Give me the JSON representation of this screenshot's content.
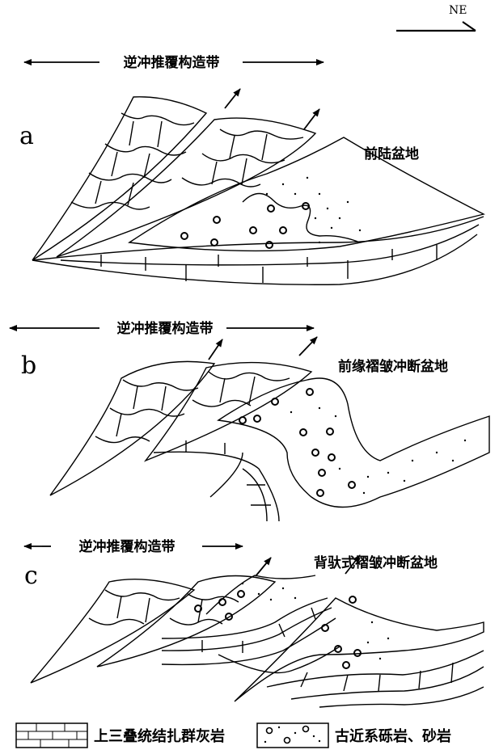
{
  "north_label": "NE",
  "panels": [
    {
      "letter": "a",
      "band_label": "逆冲推覆构造带",
      "basin_label": "前陆盆地"
    },
    {
      "letter": "b",
      "band_label": "逆冲推覆构造带",
      "basin_label": "前缘褶皱冲断盆地"
    },
    {
      "letter": "c",
      "band_label": "逆冲推覆构造带",
      "basin_label": "背驮式褶皱冲断盆地"
    }
  ],
  "legend": [
    {
      "label": "上三叠统结扎群灰岩",
      "pattern": "limestone-brick"
    },
    {
      "label": "古近系砾岩、砂岩",
      "pattern": "conglomerate-sandstone"
    }
  ]
}
